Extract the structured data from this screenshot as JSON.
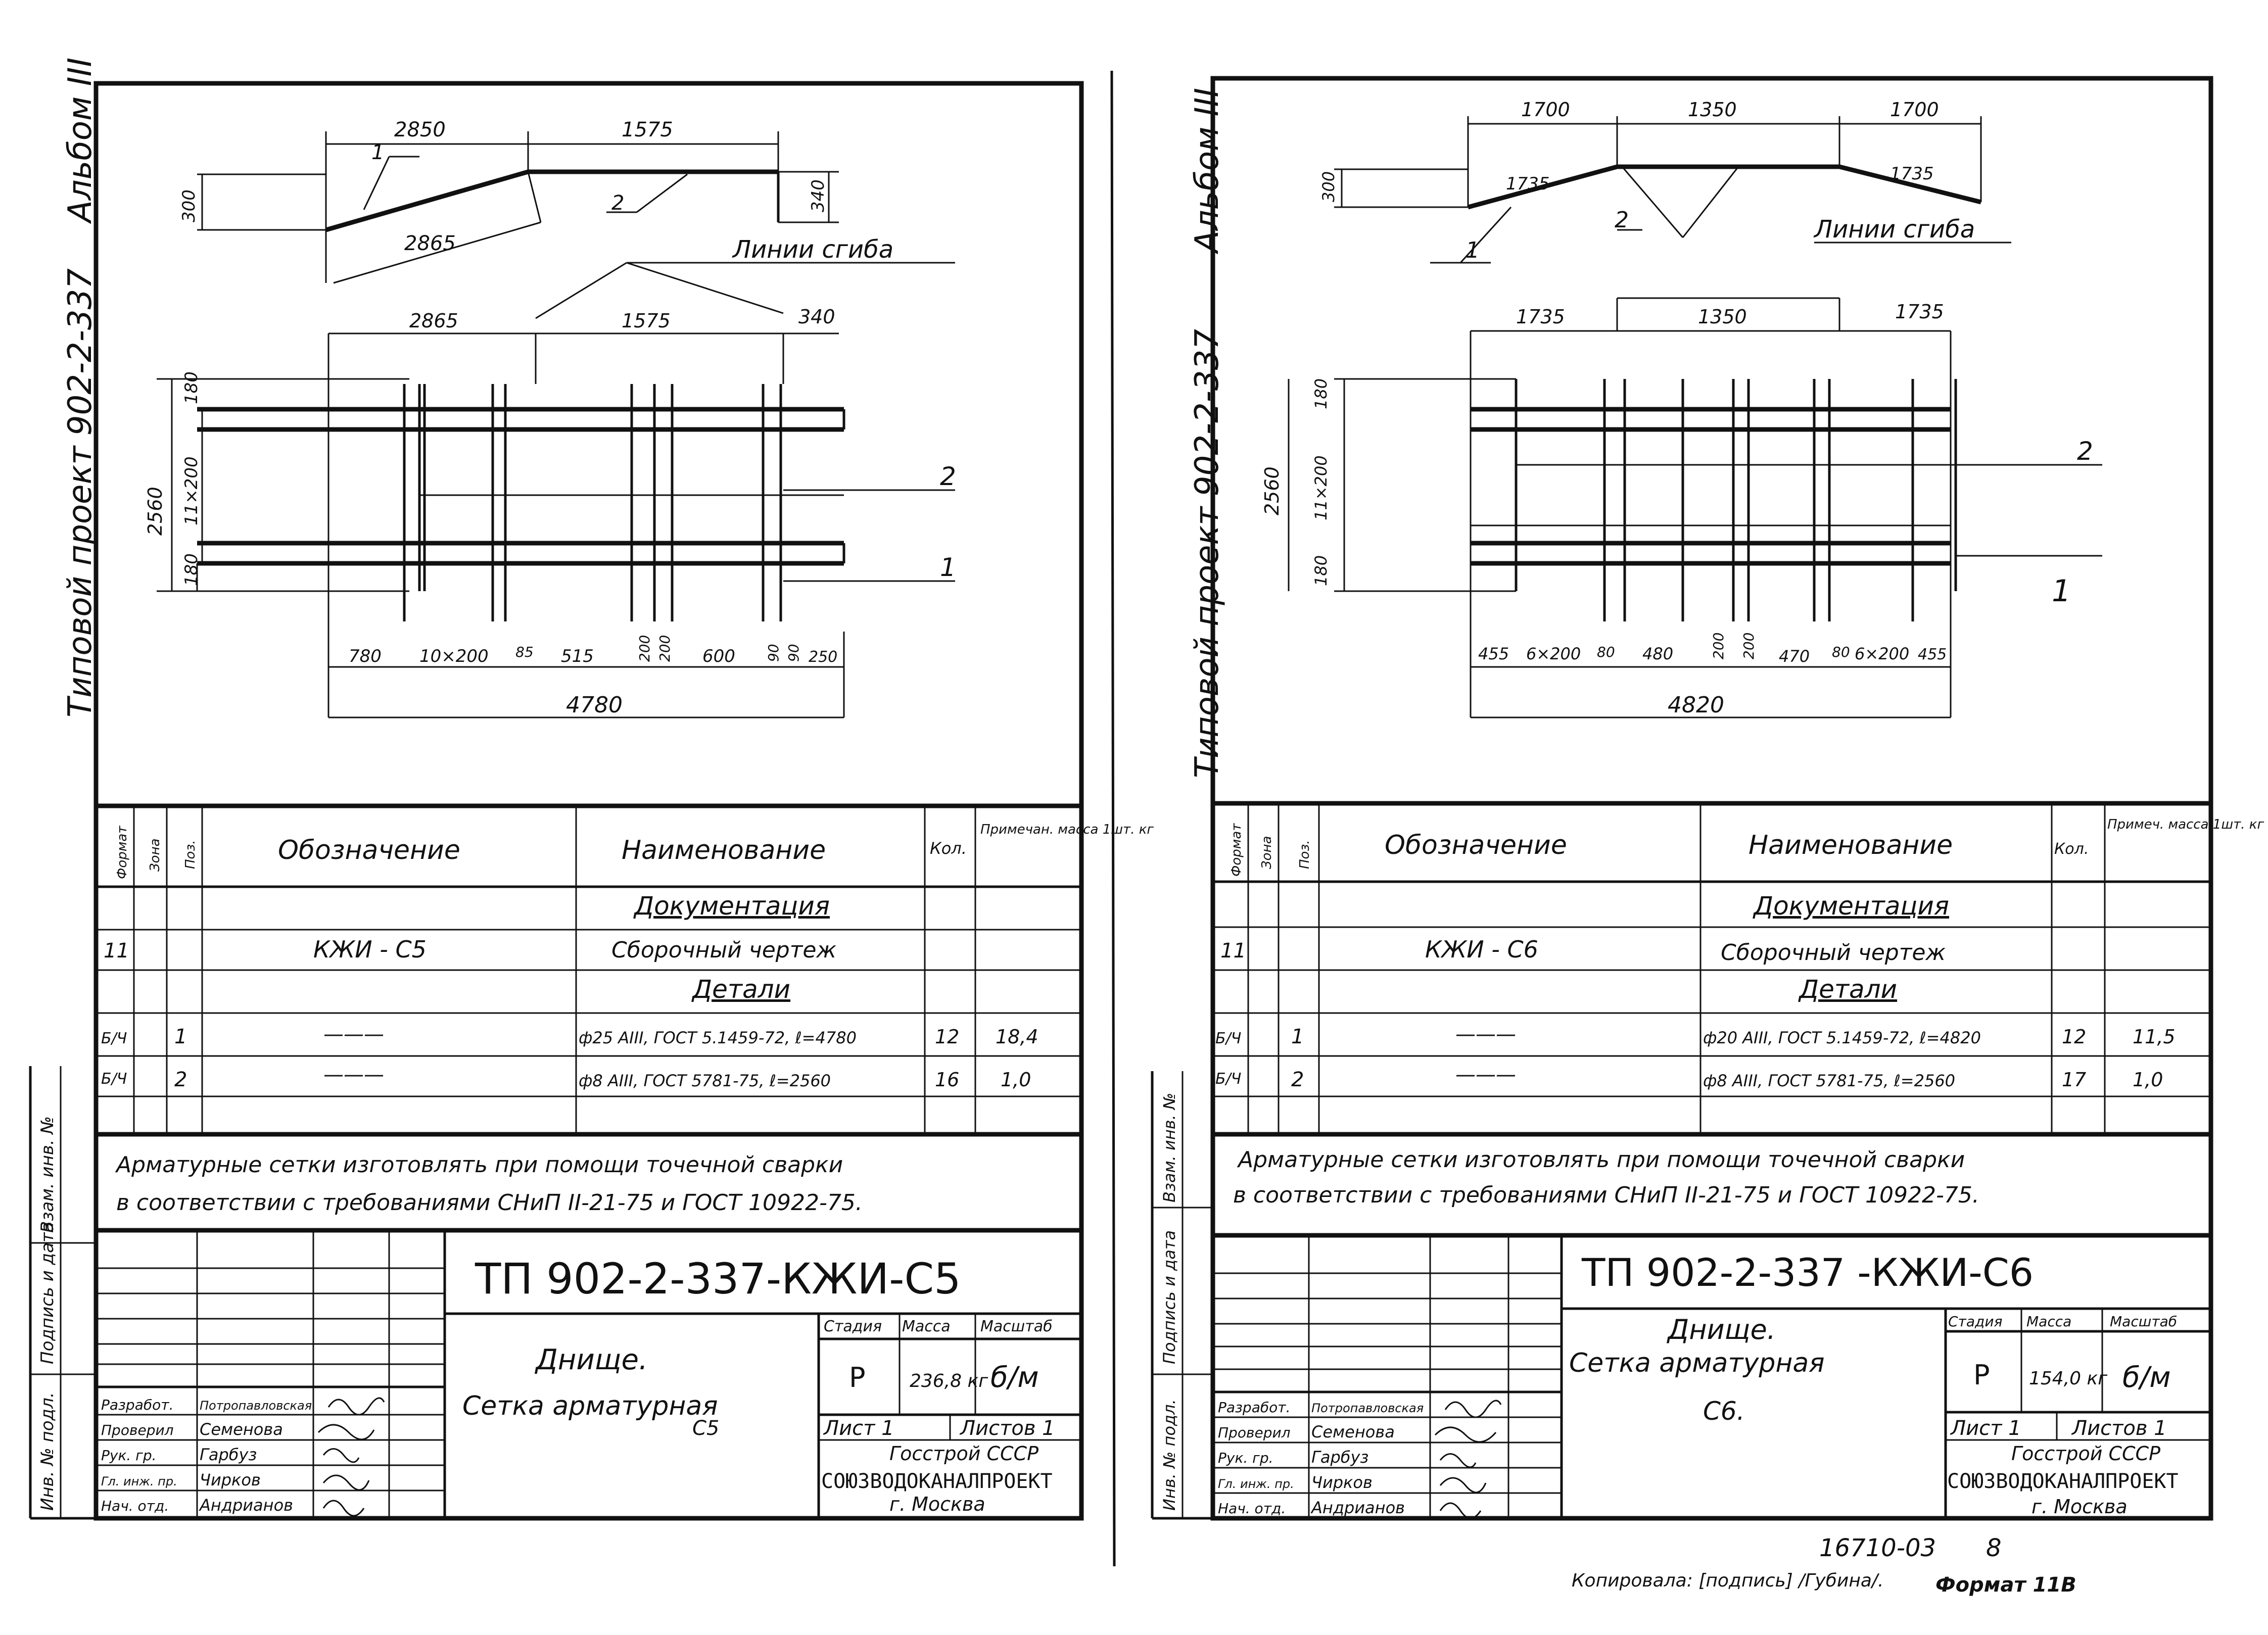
{
  "left": {
    "album": "Альбом III",
    "side_title": "Типовой проект 902-2-337",
    "top_dims": [
      "2850",
      "1575",
      "300",
      "340",
      "2865",
      "1",
      "2"
    ],
    "cut_label": "Линии сгиба",
    "plan_dims": [
      "2865",
      "1575",
      "340",
      "2560",
      "180",
      "11×200",
      "180",
      "2",
      "1"
    ],
    "bottom_dims": [
      "780",
      "10×200",
      "85",
      "515",
      "200",
      "200",
      "600",
      "90",
      "90",
      "250"
    ],
    "total": "4780",
    "table_headers": [
      "Формат",
      "Зона",
      "Поз.",
      "Обозначение",
      "Наименование",
      "Кол.",
      "Примечан. масса 1шт. кг"
    ],
    "rows": [
      {
        "fmt": "",
        "zone": "",
        "pos": "",
        "code": "",
        "name": "Документация",
        "qty": "",
        "note": ""
      },
      {
        "fmt": "11",
        "zone": "",
        "pos": "",
        "code": "КЖИ - С5",
        "name": "Сборочный чертеж",
        "qty": "",
        "note": ""
      },
      {
        "fmt": "",
        "zone": "",
        "pos": "",
        "code": "",
        "name": "Детали",
        "qty": "",
        "note": ""
      },
      {
        "fmt": "Б/Ч",
        "zone": "",
        "pos": "1",
        "code": "———",
        "name": "ф25 АIII, ГОСТ 5.1459-72, ℓ=4780",
        "qty": "12",
        "note": "18,4"
      },
      {
        "fmt": "Б/Ч",
        "zone": "",
        "pos": "2",
        "code": "———",
        "name": "ф8 АIII, ГОСТ 5781-75, ℓ=2560",
        "qty": "16",
        "note": "1,0"
      }
    ],
    "note1": "Арматурные сетки изготовлять при помощи точечной сварки",
    "note2": "в соответствии с требованиями СНиП II-21-75 и ГОСТ 10922-75.",
    "stamp_code": "ТП 902-2-337-КЖИ-С5",
    "stamp_title1": "Днище.",
    "stamp_title2": "Сетка арматурная",
    "stamp_title3": "С5",
    "stage_h": "Стадия",
    "mass_h": "Масса",
    "scale_h": "Масштаб",
    "stage": "Р",
    "mass": "236,8 кг",
    "scale": "б/м",
    "sheet": "Лист 1",
    "sheets": "Листов 1",
    "org1": "Госстрой СССР",
    "org2": "СОЮЗВОДОКАНАЛПРОЕКТ",
    "org3": "г. Москва",
    "roles": [
      "Разработ.",
      "Проверил",
      "Рук. гр.",
      "Гл. инж. пр.",
      "Нач. отд."
    ],
    "names": [
      "Потропавловская",
      "Семенова",
      "Гарбуз",
      "Чирков",
      "Андрианов"
    ],
    "margin_labels": [
      "Взам. инв. №",
      "Подпись и дата",
      "Инв. № подл."
    ]
  },
  "right": {
    "album": "Альбом III",
    "side_title": "Типовой проект 902-2-337",
    "top_dims": [
      "1700",
      "1350",
      "1700",
      "300",
      "1735",
      "1735",
      "2",
      "1"
    ],
    "cut_label": "Линии сгиба",
    "plan_dims": [
      "1735",
      "1350",
      "1735",
      "2560",
      "180",
      "11×200",
      "180",
      "2",
      "1"
    ],
    "bottom_dims": [
      "455",
      "6×200",
      "80",
      "480",
      "200",
      "200",
      "470",
      "80",
      "6×200",
      "455"
    ],
    "total": "4820",
    "table_headers": [
      "Формат",
      "Зона",
      "Поз.",
      "Обозначение",
      "Наименование",
      "Кол.",
      "Примеч. масса 1шт. кг"
    ],
    "rows": [
      {
        "fmt": "",
        "zone": "",
        "pos": "",
        "code": "",
        "name": "Документация",
        "qty": "",
        "note": ""
      },
      {
        "fmt": "11",
        "zone": "",
        "pos": "",
        "code": "КЖИ - С6",
        "name": "Сборочный чертеж",
        "qty": "",
        "note": ""
      },
      {
        "fmt": "",
        "zone": "",
        "pos": "",
        "code": "",
        "name": "Детали",
        "qty": "",
        "note": ""
      },
      {
        "fmt": "Б/Ч",
        "zone": "",
        "pos": "1",
        "code": "———",
        "name": "ф20 АIII, ГОСТ 5.1459-72, ℓ=4820",
        "qty": "12",
        "note": "11,5"
      },
      {
        "fmt": "Б/Ч",
        "zone": "",
        "pos": "2",
        "code": "———",
        "name": "ф8 АIII, ГОСТ 5781-75, ℓ=2560",
        "qty": "17",
        "note": "1,0"
      }
    ],
    "note1": "Арматурные сетки изготовлять при помощи точечной сварки",
    "note2": "в соответствии с требованиями СНиП II-21-75 и ГОСТ 10922-75.",
    "stamp_code": "ТП 902-2-337 -КЖИ-С6",
    "stamp_title1": "Днище.",
    "stamp_title2": "Сетка арматурная",
    "stamp_title3": "С6.",
    "stage_h": "Стадия",
    "mass_h": "Масса",
    "scale_h": "Масштаб",
    "stage": "Р",
    "mass": "154,0 кг",
    "scale": "б/м",
    "sheet": "Лист 1",
    "sheets": "Листов 1",
    "org1": "Госстрой СССР",
    "org2": "СОЮЗВОДОКАНАЛПРОЕКТ",
    "org3": "г. Москва",
    "roles": [
      "Разработ.",
      "Проверил",
      "Рук. гр.",
      "Гл. инж. пр.",
      "Нач. отд."
    ],
    "names": [
      "Потропавловская",
      "Семенова",
      "Гарбуз",
      "Чирков",
      "Андрианов"
    ],
    "margin_labels": [
      "Взам. инв. №",
      "Подпись и дата",
      "Инв. № подл."
    ]
  },
  "footer": {
    "number": "16710-03",
    "page": "8",
    "copied": "Копировала: [подпись] /Губина/.",
    "format": "Формат 11В"
  }
}
